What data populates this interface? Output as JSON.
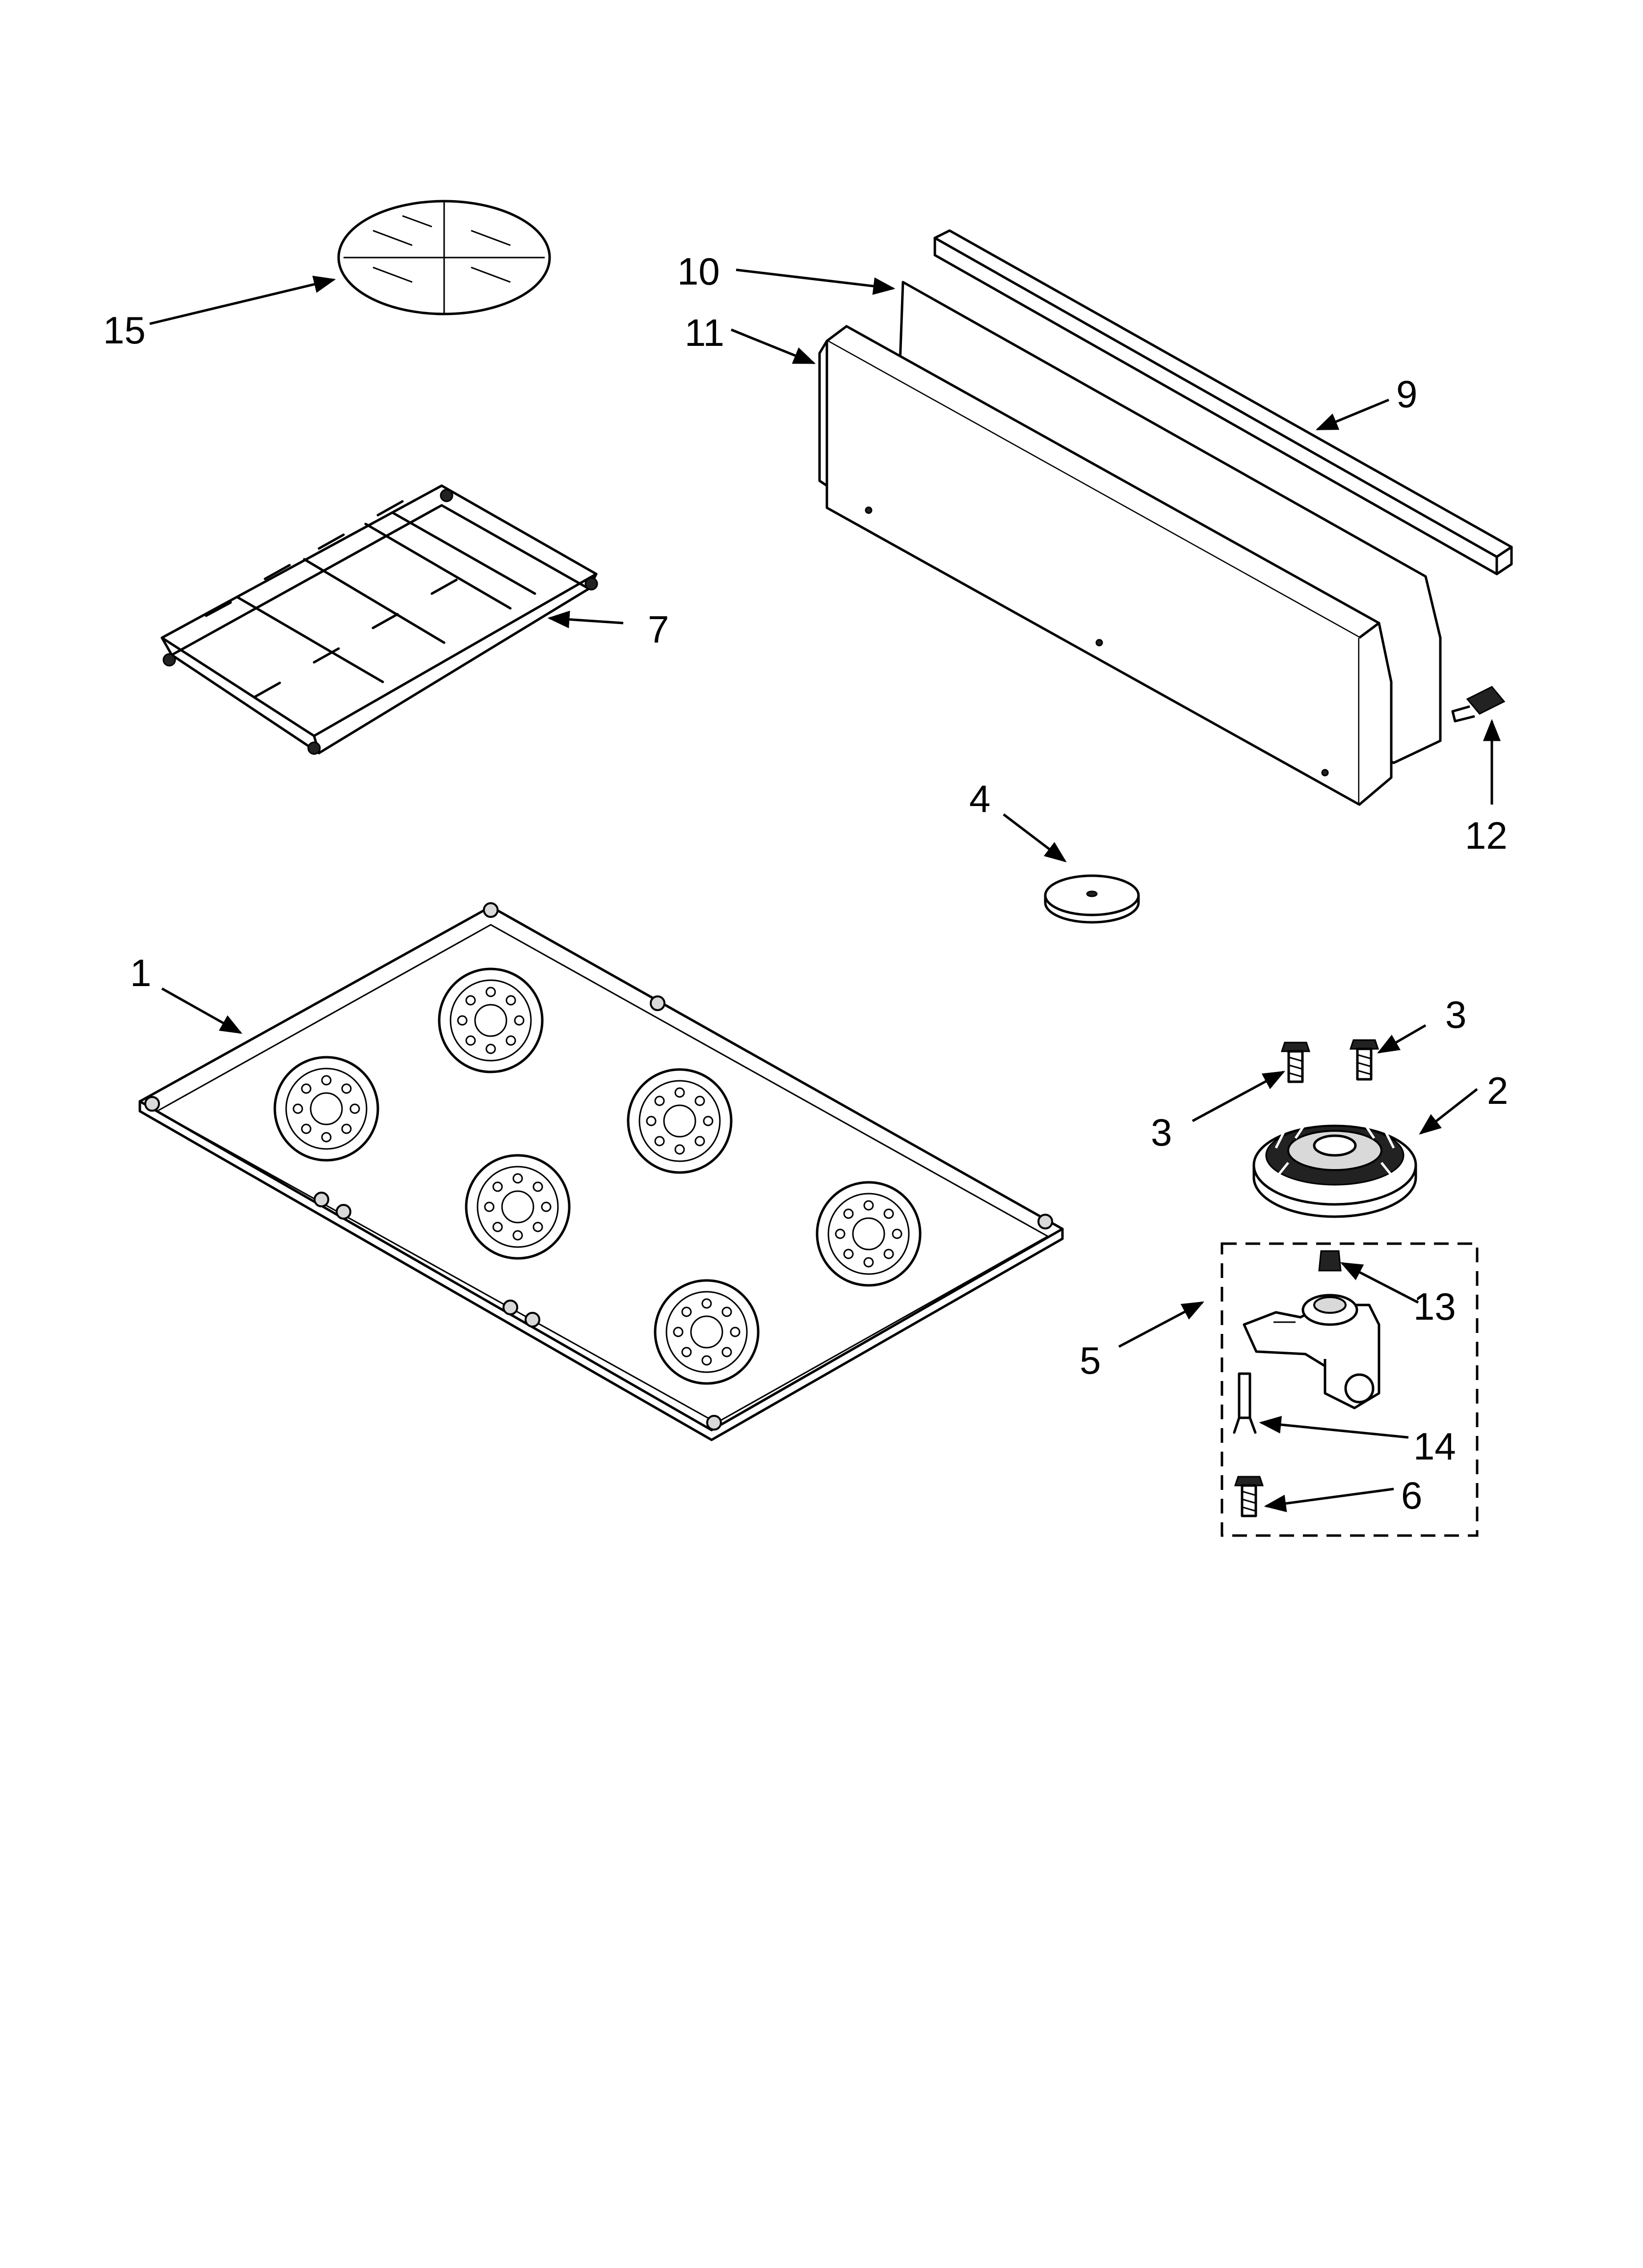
{
  "callouts": [
    {
      "id": "c1",
      "label": "1"
    },
    {
      "id": "c2",
      "label": "2"
    },
    {
      "id": "c3a",
      "label": "3"
    },
    {
      "id": "c3b",
      "label": "3"
    },
    {
      "id": "c4",
      "label": "4"
    },
    {
      "id": "c5",
      "label": "5"
    },
    {
      "id": "c6",
      "label": "6"
    },
    {
      "id": "c7",
      "label": "7"
    },
    {
      "id": "c9",
      "label": "9"
    },
    {
      "id": "c10",
      "label": "10"
    },
    {
      "id": "c11",
      "label": "11"
    },
    {
      "id": "c12",
      "label": "12"
    },
    {
      "id": "c13",
      "label": "13"
    },
    {
      "id": "c14",
      "label": "14"
    },
    {
      "id": "c15",
      "label": "15"
    }
  ]
}
